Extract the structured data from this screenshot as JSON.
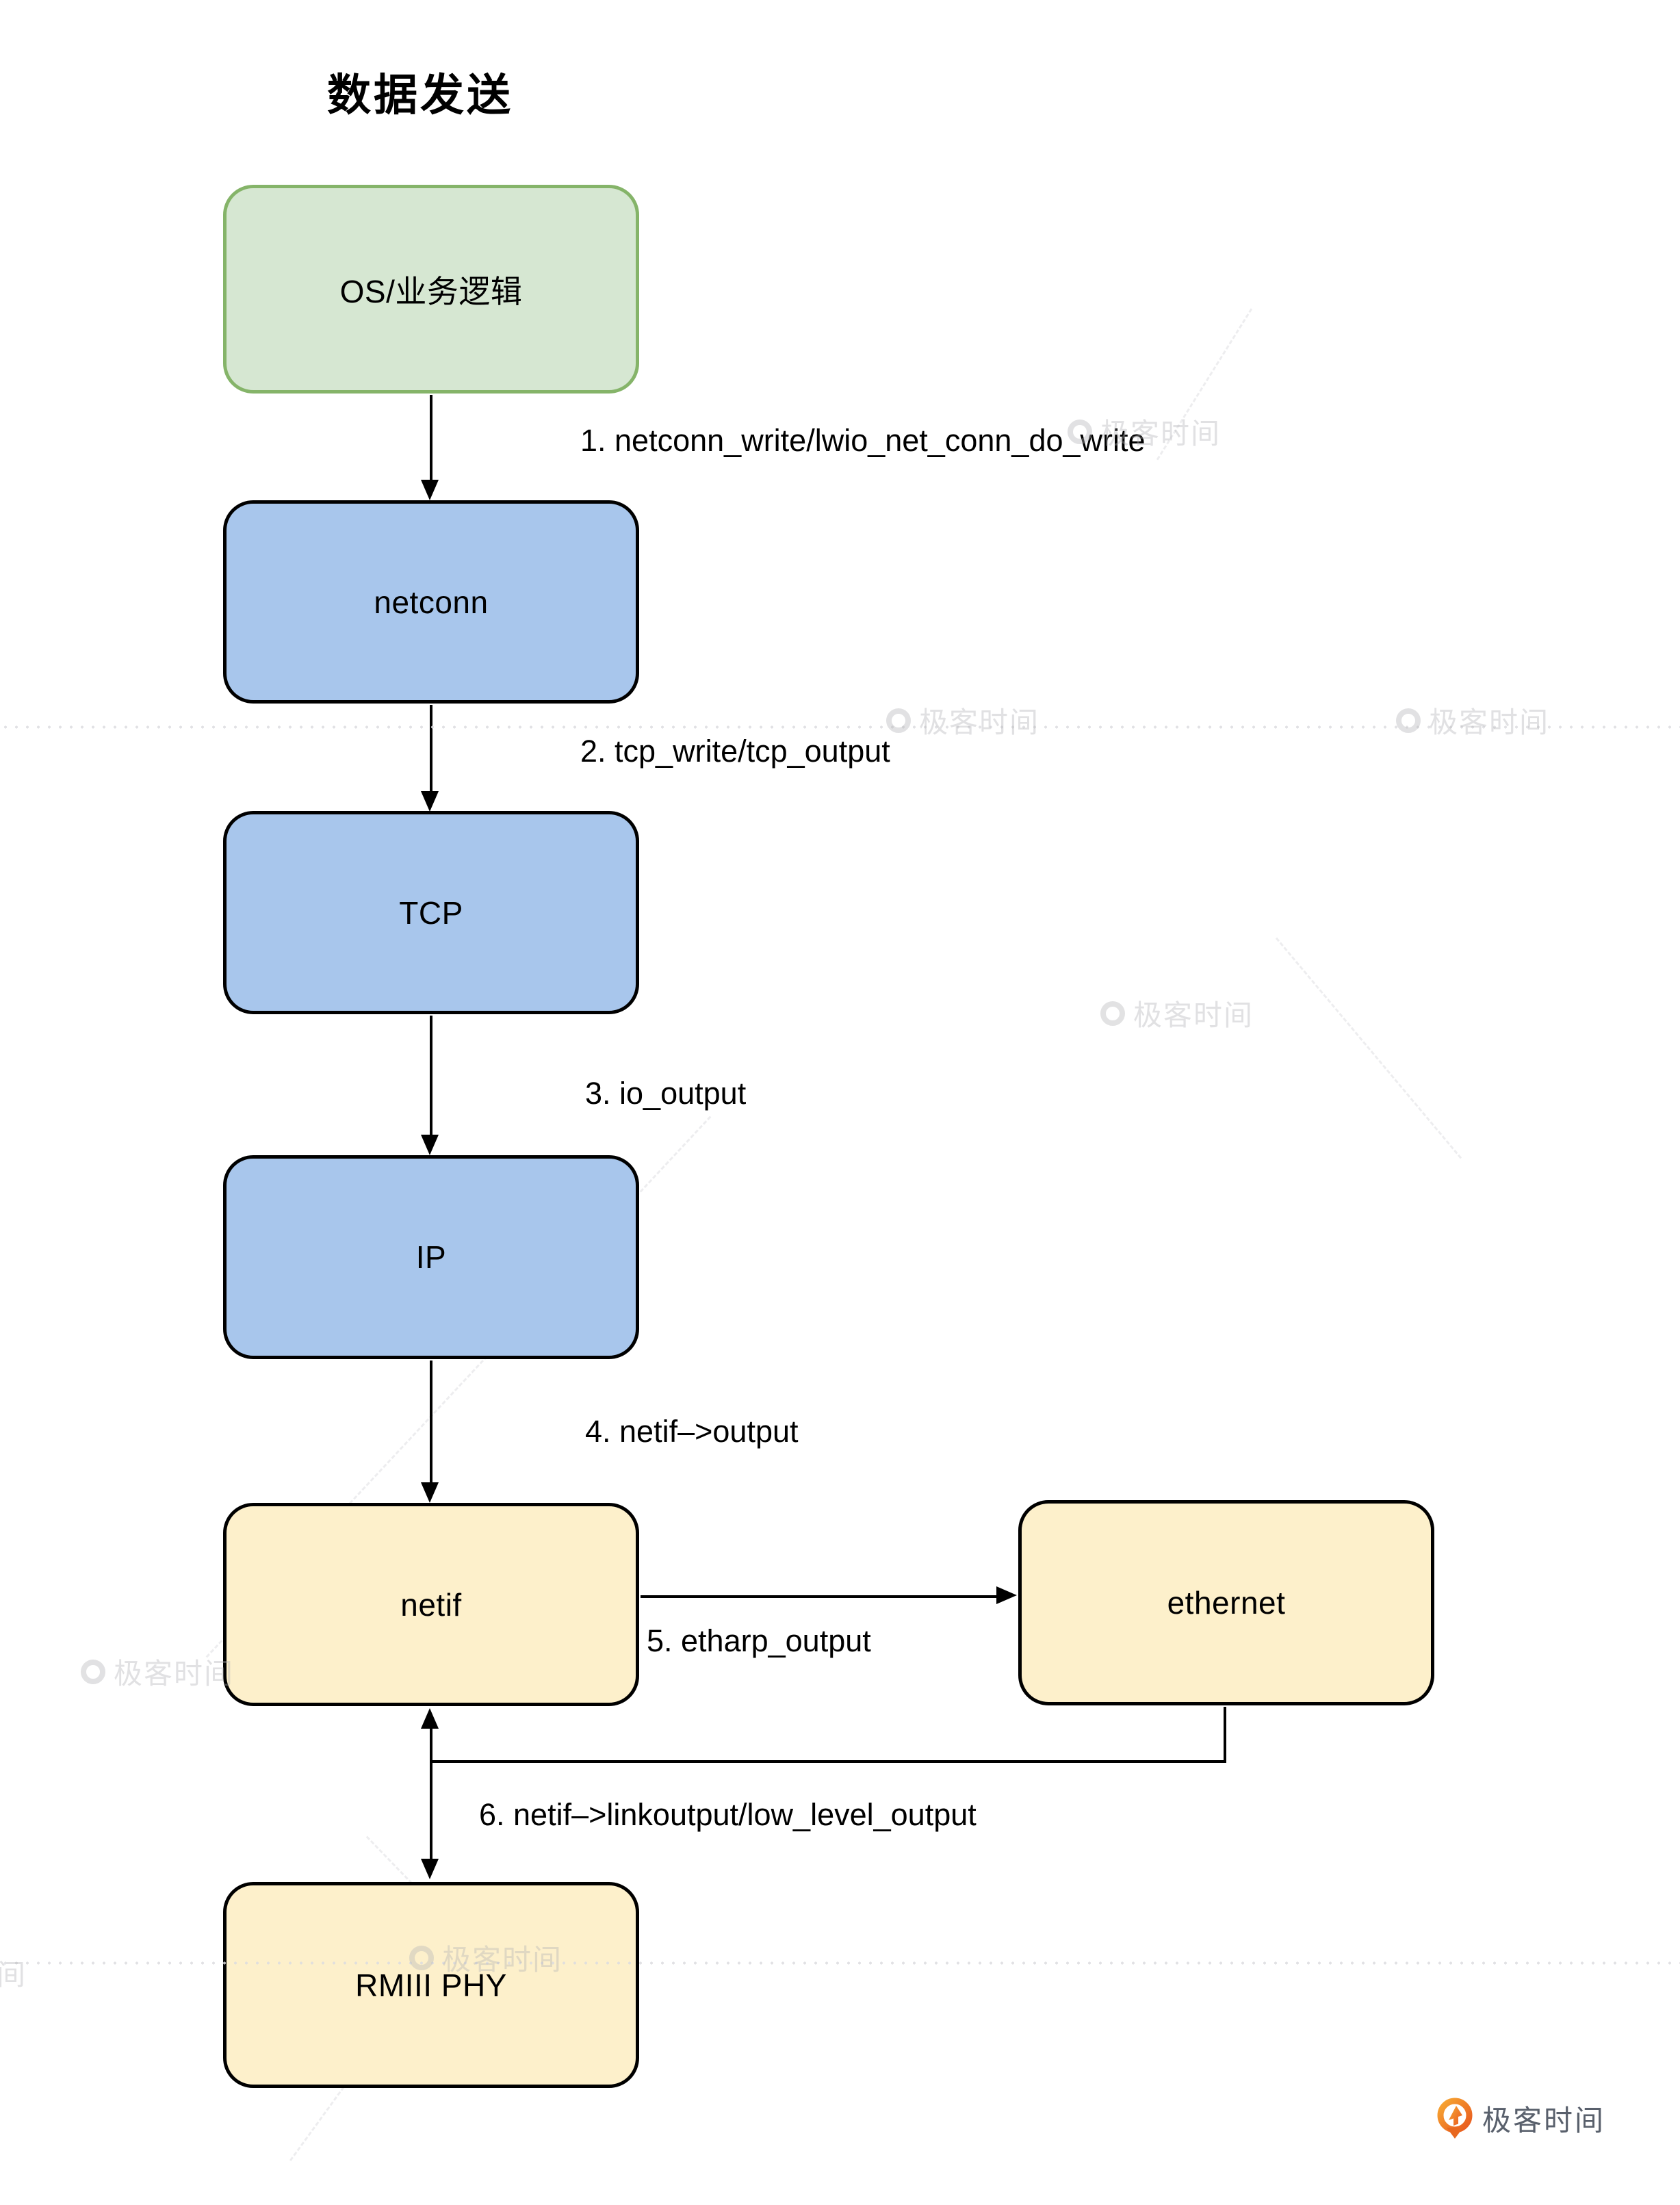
{
  "title": "数据发送",
  "nodes": {
    "os": {
      "label": "OS/业务逻辑"
    },
    "netconn": {
      "label": "netconn"
    },
    "tcp": {
      "label": "TCP"
    },
    "ip": {
      "label": "IP"
    },
    "netif": {
      "label": "netif"
    },
    "ethernet": {
      "label": "ethernet"
    },
    "rmii": {
      "label": "RMIII PHY"
    }
  },
  "edges": {
    "e1": {
      "label": "1. netconn_write/lwio_net_conn_do_write"
    },
    "e2": {
      "label": "2. tcp_write/tcp_output"
    },
    "e3": {
      "label": "3. io_output"
    },
    "e4": {
      "label": "4. netif–>output"
    },
    "e5": {
      "label": "5. etharp_output"
    },
    "e6": {
      "label": "6. netif–>linkoutput/low_level_output"
    }
  },
  "watermark_text": "极客时间",
  "logo_text": "极客时间",
  "colors": {
    "node_green_fill": "#d6e7d2",
    "node_green_border": "#85b469",
    "node_blue_fill": "#a8c6ec",
    "node_yellow_fill": "#fdf0cb",
    "node_border": "#000000",
    "logo_orange": "#ed6c1e",
    "logo_text_color": "#59606c"
  }
}
